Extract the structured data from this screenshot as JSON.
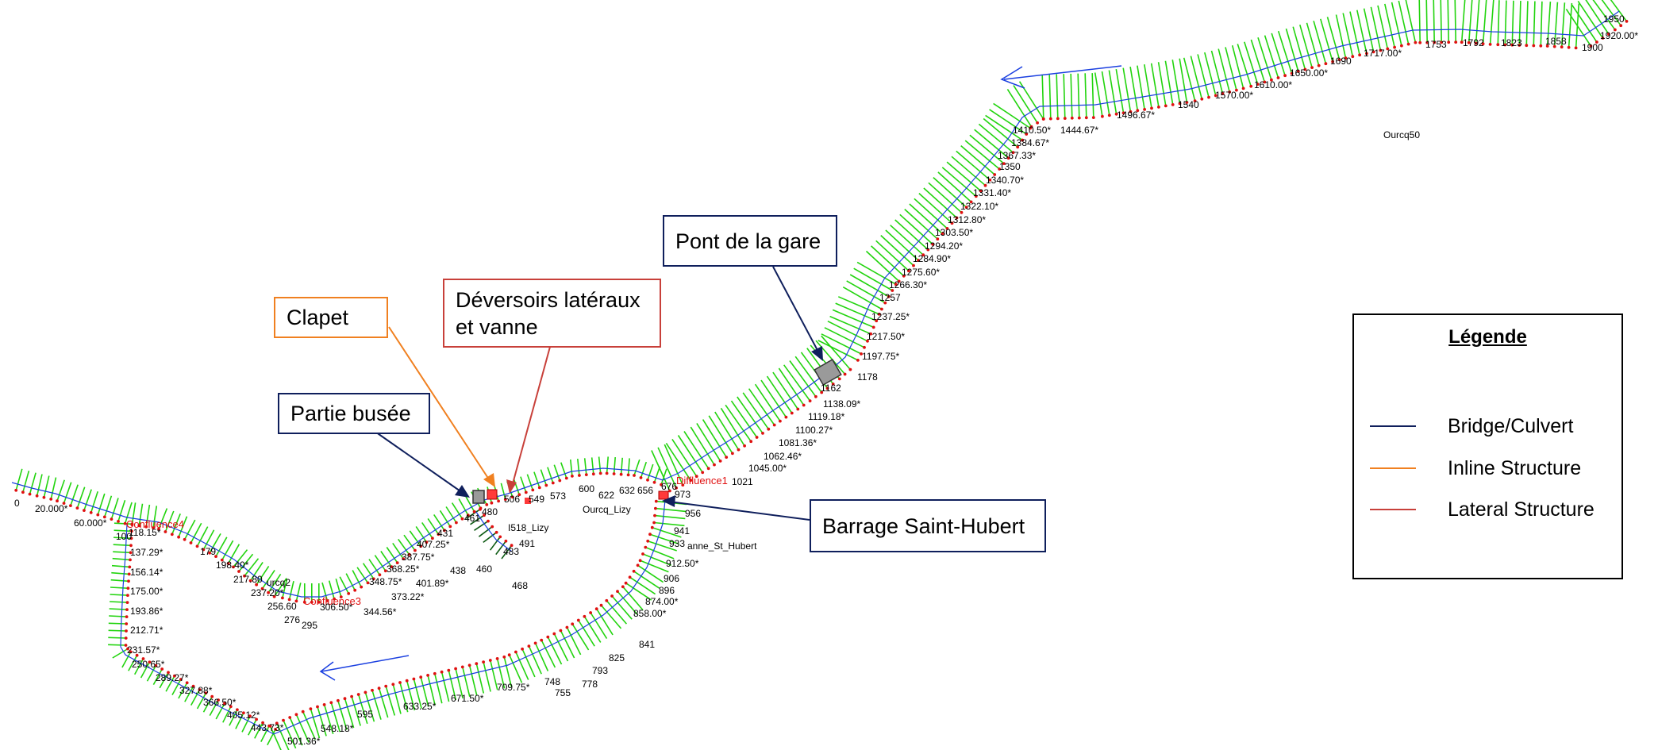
{
  "colors": {
    "section": "#22d40e",
    "section_dark": "#0d5a13",
    "river": "#1a3fe0",
    "point": "#e01010",
    "structure_blue": "#0f1f5c",
    "structure_orange": "#f08020",
    "structure_red": "#c8403a",
    "junction": "#e01010"
  },
  "icons": [
    "section-tick-icon",
    "river-arrow-icon",
    "structure-box-icon"
  ],
  "callouts": {
    "pont": "Pont de la gare",
    "clapet": "Clapet",
    "deversoirs_line1": "Déversoirs latéraux",
    "deversoirs_line2": "et vanne",
    "partie": "Partie busée",
    "barrage": "Barrage Saint-Hubert"
  },
  "legend": {
    "title": "Légende",
    "bridge": "Bridge/Culvert",
    "inline": "Inline Structure",
    "lateral": "Lateral Structure"
  },
  "map_labels": {
    "reach_ourcq50": "Ourcq50",
    "reach_ourcq2": "urcq2",
    "reach_ourcq_lizy": "Ourcq_Lizy",
    "reach_vanne": "anne_St_Hubert",
    "reach_lizy_small": "I518_Lizy",
    "confluence4": "Confluence4",
    "confluence3": "Confluence3",
    "diffluence1": "Diffluence1",
    "stations": [
      "1950",
      "1920.00*",
      "1900",
      "1858",
      "1823",
      "1792",
      "1753",
      "1717.00*",
      "1690",
      "1650.00*",
      "1610.00*",
      "1570.00*",
      "1540",
      "1496.67*",
      "1444.67*",
      "1410.50*",
      "1384.67*",
      "1367.33*",
      "1350",
      "1340.70*",
      "1331.40*",
      "1322.10*",
      "1312.80*",
      "1303.50*",
      "1294.20*",
      "1284.90*",
      "1275.60*",
      "1266.30*",
      "1257",
      "1237.25*",
      "1217.50*",
      "1197.75*",
      "1178",
      "1162",
      "1138.09*",
      "1119.18*",
      "1100.27*",
      "1081.36*",
      "1062.46*",
      "1045.00*",
      "1021",
      "973",
      "956",
      "941",
      "933",
      "912.50*",
      "906",
      "896",
      "874.00*",
      "858.00*",
      "841",
      "825",
      "793",
      "778",
      "755",
      "748",
      "709.75*",
      "671.50*",
      "676",
      "656",
      "632",
      "622",
      "600",
      "573",
      "549",
      "506",
      "480",
      "461",
      "491",
      "483",
      "468",
      "460",
      "438",
      "431",
      "407.25*",
      "387.75*",
      "401.89*",
      "368.25*",
      "348.75*",
      "373.22*",
      "344.56*",
      "306.50*",
      "295",
      "276",
      "256.60",
      "237.20*",
      "217.80",
      "198.40*",
      "179",
      "137.29*",
      "156.14*",
      "175.00*",
      "193.86*",
      "212.71*",
      "231.57*",
      "250.65*",
      "289.27*",
      "327.88*",
      "366.50*",
      "405.12*",
      "443.73*",
      "501.36*",
      "548.18*",
      "595",
      "633.25*",
      "100",
      "118.15*",
      "60.000*",
      "20.000*",
      "0"
    ]
  }
}
